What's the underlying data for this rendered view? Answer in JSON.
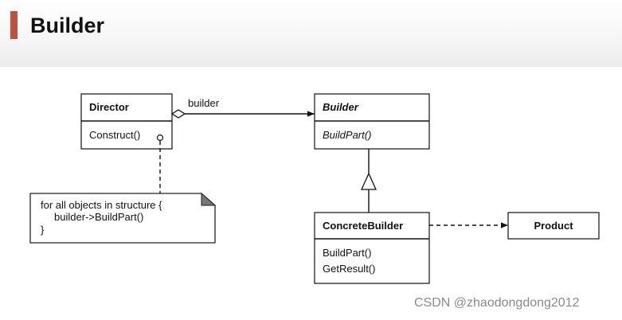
{
  "slide": {
    "title": "Builder",
    "accent_color": "#c0513d"
  },
  "diagram": {
    "director": {
      "name": "Director",
      "method": "Construct()"
    },
    "builder_class": {
      "name": "Builder",
      "method": "BuildPart()"
    },
    "concrete_builder": {
      "name": "ConcreteBuilder",
      "methods": [
        "BuildPart()",
        "GetResult()"
      ]
    },
    "product": {
      "name": "Product"
    },
    "association_label": "builder",
    "note_lines": [
      "for all objects in structure {",
      "builder->BuildPart()",
      "}"
    ]
  },
  "watermark": "CSDN @zhaodongdong2012"
}
